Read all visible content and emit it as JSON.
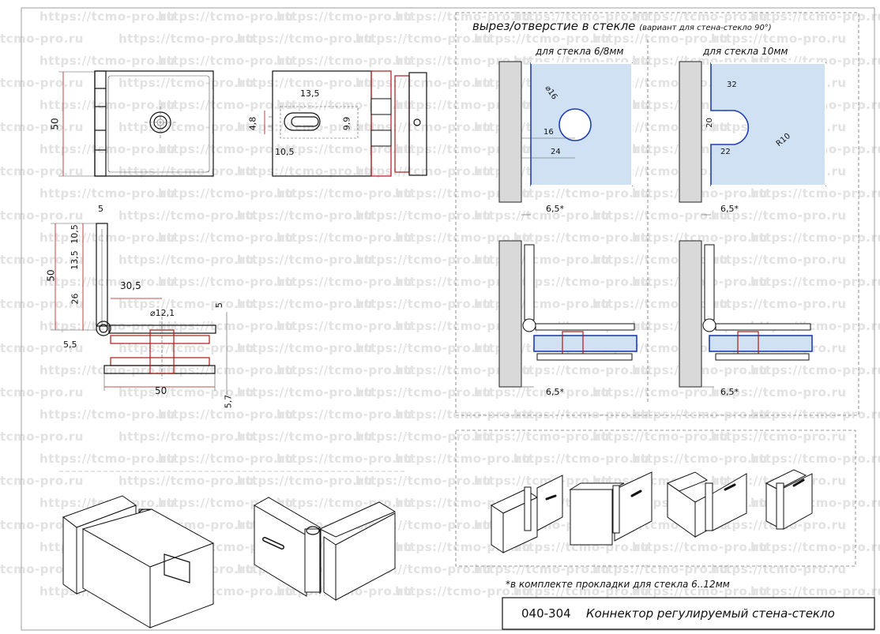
{
  "watermark": "https://tcmo-pro.ru",
  "watermark_short": "tcmo-pro.ru",
  "cutout": {
    "title": "вырез/отверстие в стекле",
    "subtitle": "(вариант для стена-стекло 90°)",
    "left_label": "для стекла 6/8мм",
    "right_label": "для стекла 10мм"
  },
  "dims": {
    "front_height": "50",
    "slot_width": "13,5",
    "slot_height": "4,8",
    "slot_offset": "10,5",
    "slot_span": "9,9",
    "side_top": "5",
    "side_a": "10,5",
    "side_b": "13,5",
    "side_c": "26",
    "side_total": "50",
    "arm_length": "30,5",
    "hole_diam": "⌀12,1",
    "gap_right": "5",
    "base_left": "5,5",
    "base_width": "50",
    "base_right": "5,7",
    "hole16": "⌀16",
    "hole_inner": "16",
    "hole_edge": "24",
    "gap65": "6,5*",
    "notch_width": "32",
    "notch_height": "20",
    "notch_edge": "22",
    "notch_radius": "R10"
  },
  "footnote": "*в комплекте прокладки для стекла 6..12мм",
  "title_block": {
    "code": "040-304",
    "name": "Коннектор регулируемый стена-стекло"
  },
  "colors": {
    "glass": "#cfe1f3",
    "glass_edge": "#1f3fb0",
    "gasket": "#b01818"
  }
}
